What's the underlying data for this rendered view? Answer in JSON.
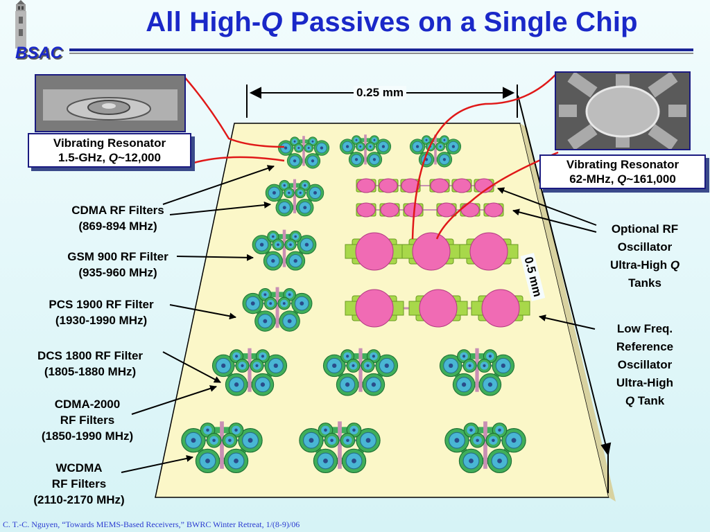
{
  "title": {
    "prefix": "All High-",
    "q": "Q",
    "suffix": " Passives on a Single Chip"
  },
  "logo": {
    "text": "BSAC"
  },
  "dimensions": {
    "width": "0.25 mm",
    "height": "0.5 mm"
  },
  "resonator_left": {
    "line1": "Vibrating Resonator",
    "line2_pre": "1.5-GHz, ",
    "q": "Q",
    "line2_post": "~12,000"
  },
  "resonator_right": {
    "line1": "Vibrating Resonator",
    "line2_pre": "62-MHz, ",
    "q": "Q",
    "line2_post": "~161,000"
  },
  "left_labels": [
    {
      "line1": "CDMA RF Filters",
      "line2": "(869-894 MHz)"
    },
    {
      "line1": "GSM 900 RF Filter",
      "line2": "(935-960 MHz)"
    },
    {
      "line1": "PCS 1900 RF Filter",
      "line2": "(1930-1990 MHz)"
    },
    {
      "line1": "DCS 1800 RF Filter",
      "line2": "(1805-1880 MHz)"
    },
    {
      "line1": "CDMA-2000",
      "line2": "RF Filters",
      "line3": "(1850-1990 MHz)"
    },
    {
      "line1": "WCDMA",
      "line2": "RF Filters",
      "line3": "(2110-2170 MHz)"
    }
  ],
  "right_labels": {
    "optional": {
      "line1": "Optional RF",
      "line2": "Oscillator",
      "line3_pre": "Ultra-High ",
      "q": "Q",
      "line4": "Tanks"
    },
    "lowfreq": {
      "line1": "Low Freq.",
      "line2": "Reference",
      "line3": "Oscillator",
      "line4": "Ultra-High",
      "q": "Q",
      "line5_post": " Tank"
    }
  },
  "footer": "C. T.-C. Nguyen, “Towards MEMS-Based Receivers,” BWRC Winter Retreat, 1/(8-9)/06",
  "colors": {
    "title": "#1a28c8",
    "chip": "#fbf7c8",
    "pad_green": "#3fae5a",
    "pad_blue": "#49b6d4",
    "pink": "#f06bb4",
    "wire_red": "#e01818"
  }
}
